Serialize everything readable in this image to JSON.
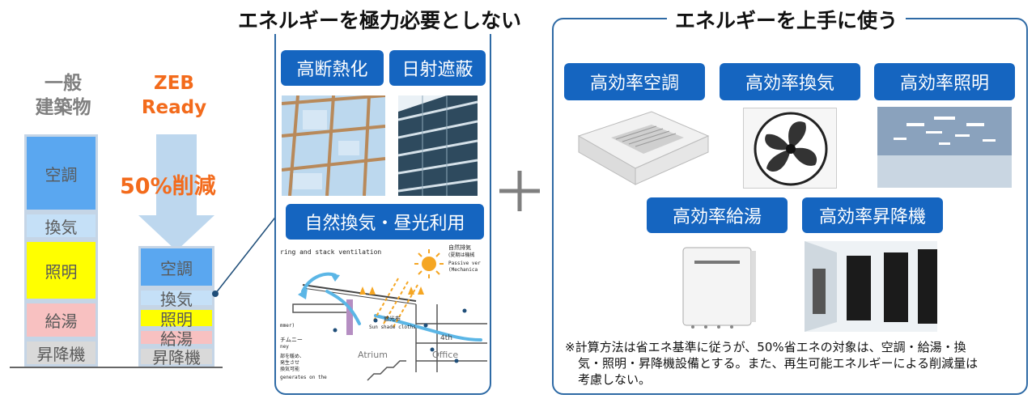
{
  "left": {
    "general_label": "一般\n建築物",
    "zeb_label": "ZEB\nReady",
    "reduction": "50%削減",
    "general_stack": [
      "空調",
      "換気",
      "照明",
      "給湯",
      "昇降機"
    ],
    "zeb_stack": [
      "空調",
      "換気",
      "照明",
      "給湯",
      "昇降機"
    ],
    "colors": {
      "aircon": "#5aa7f0",
      "vent": "#c5e0f7",
      "light": "#ffff00",
      "water": "#f8c1c1",
      "elevator": "#d9d9d9",
      "orange": "#f36b1c"
    }
  },
  "middle": {
    "title": "エネルギーを極力必要としない",
    "insulation": "高断熱化",
    "shading": "日射遮蔽",
    "natural": "自然換気・昼光利用",
    "diagram_text": {
      "top": "ring and stack ventilation",
      "exhaust": "自然排気",
      "exhaust_sub": "(夏期は機械",
      "passive": "Passive ver",
      "mech": "(Mechanica",
      "shade": "遮光布",
      "shade_en": "Sun shade cloths",
      "fourth": "4th",
      "atrium": "Atrium",
      "office": "Office",
      "chimney": "チムニー",
      "chimney_en": "ney",
      "summer": "mmer)",
      "left1": "部を暖め、",
      "left2": "発生させ",
      "left3": "換気可能",
      "left4": "generates on the"
    }
  },
  "plus": "＋",
  "right": {
    "title": "エネルギーを上手に使う",
    "items": [
      "高効率空調",
      "高効率換気",
      "高効率照明",
      "高効率給湯",
      "高効率昇降機"
    ],
    "note": "※計算方法は省エネ基準に従うが、50%省エネの対象は、空調・給湯・換気・照明・昇降機設備とする。また、再生可能エネルギーによる削減量は考慮しない。",
    "note_lines": [
      "※計算方法は省エネ基準に従うが、50%省エネの対象は、空調・給湯・換",
      "気・照明・昇降機設備とする。また、再生可能エネルギーによる削減量は",
      "考慮しない。"
    ]
  }
}
